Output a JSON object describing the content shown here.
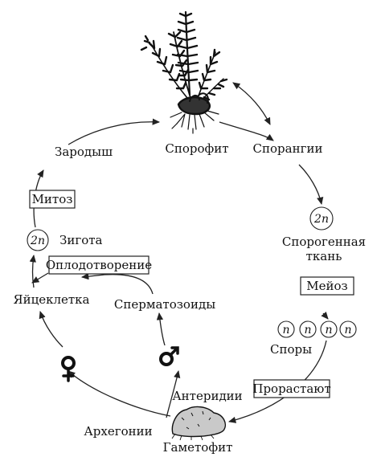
{
  "labels": {
    "sporophyte": "Спорофит",
    "sporangia": "Спорангии",
    "ploidy_2n": "2n",
    "sporogenous": "Спорогенная",
    "tissue": "ткань",
    "meiosis": "Мейоз",
    "ploidy_n": "n",
    "spores": "Споры",
    "germinate": "Прорастают",
    "antheridia": "Антеридии",
    "gametophyte": "Гаметофит",
    "archegonia": "Архегонии",
    "spermatozoids": "Сперматозоиды",
    "egg_cell": "Яйцеклетка",
    "fertilization": "Оплодотворение",
    "zygote": "Зигота",
    "mitosis": "Митоз",
    "embryo": "Зародыш"
  },
  "symbols": {
    "female": "female-symbol-icon",
    "male": "male-symbol-icon"
  }
}
